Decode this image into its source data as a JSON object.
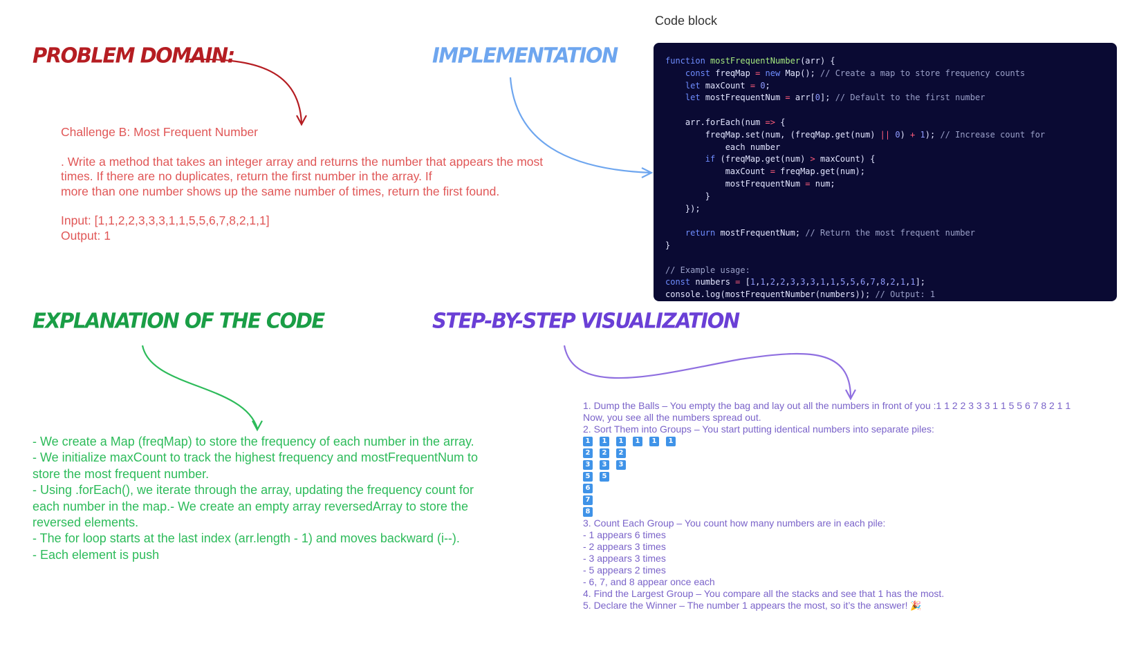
{
  "headings": {
    "problem_domain": "PROBLEM DOMAIN:",
    "implementation": "IMPLEMENTATION",
    "explanation": "EXPLANATION OF THE CODE",
    "visualization": "STEP-BY-STEP VISUALIZATION"
  },
  "colors": {
    "problem_heading": "#b51d22",
    "problem_text": "#e05757",
    "implementation_heading": "#6ea6ef",
    "explanation_heading": "#1a9e46",
    "explanation_text": "#2dbb5a",
    "visualization_heading": "#6a3fd6",
    "visualization_text": "#7a63c9",
    "code_background": "#0a0a33"
  },
  "problem": {
    "title": "Challenge B: Most Frequent Number",
    "line1": ". Write a method that takes an integer array and returns the number that appears the most times. If there are no duplicates, return the first number in the array. If",
    "line2": "more than one number shows up the same number of times, return the first found.",
    "input": "Input: [1,1,2,2,3,3,3,1,1,5,5,6,7,8,2,1,1]",
    "output": "Output: 1"
  },
  "code": {
    "title": "Code block",
    "lines": [
      "function mostFrequentNumber(arr) {",
      "    const freqMap = new Map(); // Create a map to store frequency counts",
      "    let maxCount = 0;",
      "    let mostFrequentNum = arr[0]; // Default to the first number",
      "",
      "    arr.forEach(num => {",
      "        freqMap.set(num, (freqMap.get(num) || 0) + 1); // Increase count for",
      "            each number",
      "        if (freqMap.get(num) > maxCount) {",
      "            maxCount = freqMap.get(num);",
      "            mostFrequentNum = num;",
      "        }",
      "    });",
      "",
      "    return mostFrequentNum; // Return the most frequent number",
      "}",
      "",
      "// Example usage:",
      "const numbers = [1,1,2,2,3,3,3,1,1,5,5,6,7,8,2,1,1];",
      "console.log(mostFrequentNumber(numbers)); // Output: 1"
    ]
  },
  "explanation": {
    "lines": [
      "- We create a Map (freqMap) to store the frequency of each number in the array.",
      "- We initialize maxCount to track the highest frequency and mostFrequentNum to store the most frequent number.",
      "- Using .forEach(), we iterate through the array, updating the frequency count for each number in the map.- We create an empty array reversedArray to store the reversed elements.",
      "- The for loop starts at the last index (arr.length - 1) and moves backward (i--).",
      "- Each element is push"
    ]
  },
  "visualization": {
    "step1": "1. Dump the Balls – You empty the bag and lay out all the numbers in front of you :1 1 2 2 3 3 3 1 1 5 5 6 7 8 2 1 1",
    "step1b": "Now, you see all the numbers spread out.",
    "step2": "2. Sort Them into Groups – You start putting identical numbers into separate piles:",
    "piles": [
      [
        "1",
        "1",
        "1",
        "1",
        "1",
        "1"
      ],
      [
        "2",
        "2",
        "2"
      ],
      [
        "3",
        "3",
        "3"
      ],
      [
        "5",
        "5"
      ],
      [
        "6"
      ],
      [
        "7"
      ],
      [
        "8"
      ]
    ],
    "step3": "3. Count Each Group – You count how many numbers are in each pile:",
    "counts": [
      "- 1 appears 6 times",
      "- 2 appears 3 times",
      "- 3 appears 3 times",
      "- 5 appears 2 times",
      "- 6, 7, and 8 appear once each"
    ],
    "step4": "4. Find the Largest Group – You compare all the stacks and see that 1 has the most.",
    "step5": "5. Declare the Winner – The number 1 appears the most, so it’s the answer!",
    "party_icon": "party-popper-icon"
  }
}
